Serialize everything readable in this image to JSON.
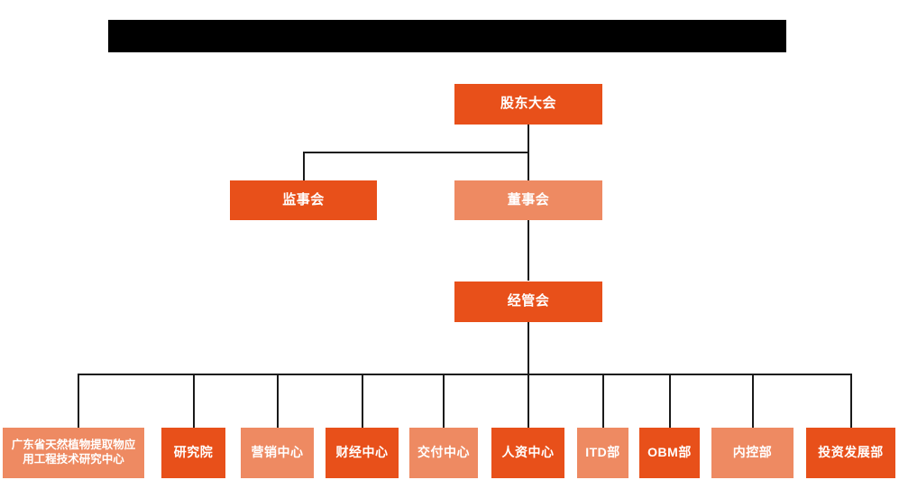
{
  "chart_data": {
    "type": "diagram",
    "title": "",
    "diagram_kind": "organization-chart",
    "orientation": "top-down",
    "colors": {
      "accent_dark": "#E8501A",
      "accent_light": "#EE8A62",
      "connector": "#1a1a1a",
      "background": "#ffffff",
      "banner": "#000000",
      "text": "#ffffff"
    },
    "levels": [
      {
        "level": 1,
        "nodes": [
          "shareholders_meeting"
        ]
      },
      {
        "level": 2,
        "nodes": [
          "board_of_supervisors",
          "board_of_directors"
        ]
      },
      {
        "level": 3,
        "nodes": [
          "management_committee"
        ]
      },
      {
        "level": 4,
        "nodes": [
          "engineering_center",
          "research_institute",
          "marketing_center",
          "finance_center",
          "delivery_center",
          "hr_center",
          "itd_dept",
          "obm_dept",
          "internal_control_dept",
          "investment_development_dept"
        ]
      }
    ],
    "edges": [
      {
        "from": "shareholders_meeting",
        "to": "board_of_supervisors"
      },
      {
        "from": "shareholders_meeting",
        "to": "board_of_directors"
      },
      {
        "from": "board_of_directors",
        "to": "management_committee"
      },
      {
        "from": "management_committee",
        "to": "engineering_center"
      },
      {
        "from": "management_committee",
        "to": "research_institute"
      },
      {
        "from": "management_committee",
        "to": "marketing_center"
      },
      {
        "from": "management_committee",
        "to": "finance_center"
      },
      {
        "from": "management_committee",
        "to": "delivery_center"
      },
      {
        "from": "management_committee",
        "to": "hr_center"
      },
      {
        "from": "management_committee",
        "to": "itd_dept"
      },
      {
        "from": "management_committee",
        "to": "obm_dept"
      },
      {
        "from": "management_committee",
        "to": "internal_control_dept"
      },
      {
        "from": "management_committee",
        "to": "investment_development_dept"
      }
    ]
  },
  "banner": {
    "label": ""
  },
  "nodes": {
    "shareholders_meeting": {
      "label": "股东大会",
      "shade": "dark"
    },
    "board_of_supervisors": {
      "label": "监事会",
      "shade": "dark"
    },
    "board_of_directors": {
      "label": "董事会",
      "shade": "light"
    },
    "management_committee": {
      "label": "经管会",
      "shade": "dark"
    },
    "engineering_center": {
      "label": "广东省天然植物提取物应\n用工程技术研究中心",
      "shade": "light"
    },
    "research_institute": {
      "label": "研究院",
      "shade": "dark"
    },
    "marketing_center": {
      "label": "营销中心",
      "shade": "light"
    },
    "finance_center": {
      "label": "财经中心",
      "shade": "dark"
    },
    "delivery_center": {
      "label": "交付中心",
      "shade": "light"
    },
    "hr_center": {
      "label": "人资中心",
      "shade": "dark"
    },
    "itd_dept": {
      "label": "ITD部",
      "shade": "light"
    },
    "obm_dept": {
      "label": "OBM部",
      "shade": "dark"
    },
    "internal_control_dept": {
      "label": "内控部",
      "shade": "light"
    },
    "investment_development_dept": {
      "label": "投资发展部",
      "shade": "dark"
    }
  }
}
